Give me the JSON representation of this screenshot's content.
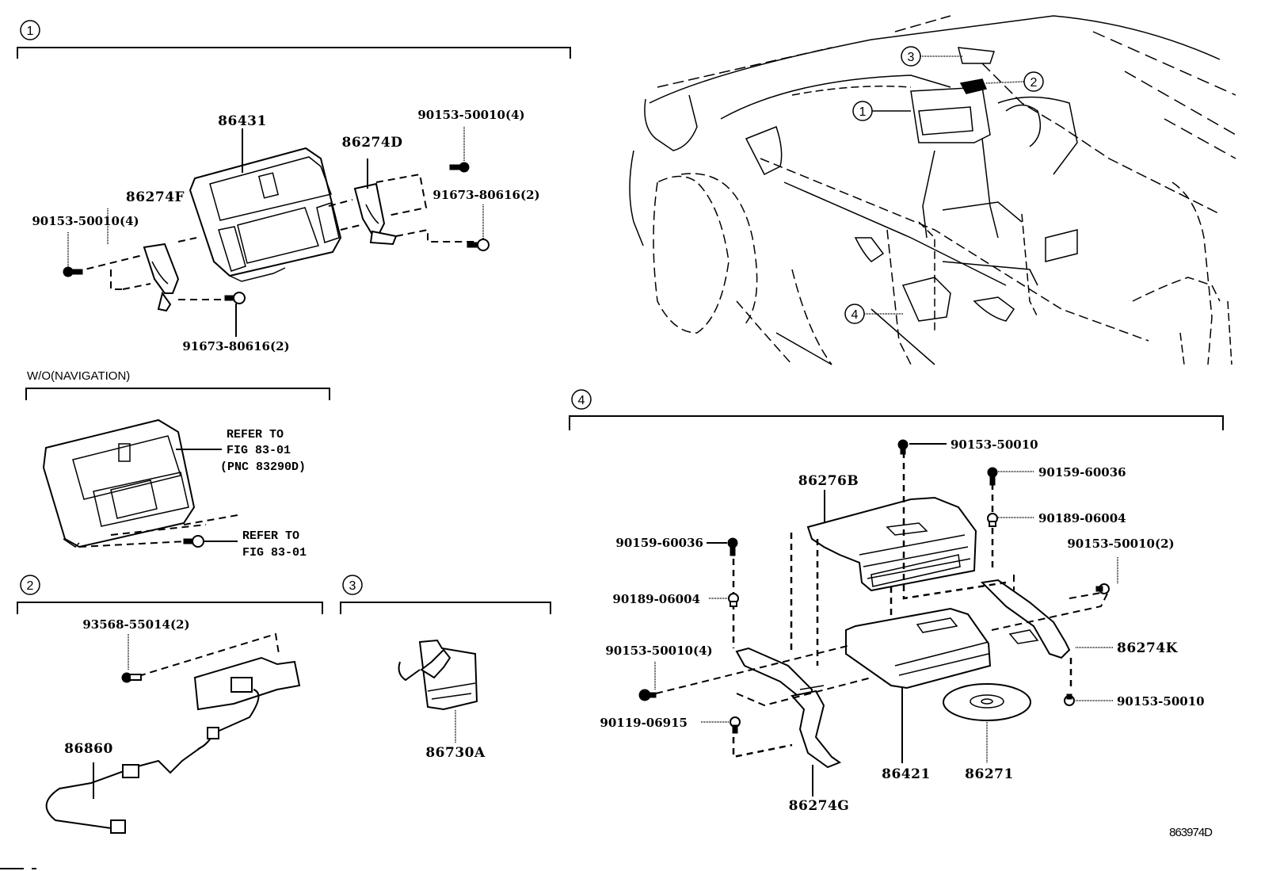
{
  "diagram": {
    "figure_code": "863974D",
    "sections": [
      {
        "id": "1",
        "callout": "1",
        "labels": {
          "display_unit": "86431",
          "bracket_right": "86274D",
          "bracket_left": "86274F",
          "screw_top_right": "90153-50010(4)",
          "screw_left": "90153-50010(4)",
          "bolt_right": "91673-80616(2)",
          "bolt_bottom": "91673-80616(2)"
        }
      },
      {
        "id": "wo-nav",
        "header": "W/O(NAVIGATION)",
        "notes": {
          "refer_unit_line1": "REFER TO",
          "refer_unit_line2": "FIG 83-01",
          "refer_unit_line3": "(PNC  83290D)",
          "refer_bolt_line1": "REFER TO",
          "refer_bolt_line2": "FIG 83-01"
        }
      },
      {
        "id": "2",
        "callout": "2",
        "labels": {
          "screw": "93568-55014(2)",
          "antenna": "86860"
        }
      },
      {
        "id": "3",
        "callout": "3",
        "labels": {
          "part": "86730A"
        }
      },
      {
        "id": "4",
        "callout": "4",
        "labels": {
          "cover": "86276B",
          "screw_top": "90153-50010",
          "bolt_right_top": "90159-60036",
          "nut_right": "90189-06004",
          "screw_right_2": "90153-50010(2)",
          "bracket_right": "86274K",
          "screw_bottom_right": "90153-50010",
          "bolt_left_top": "90159-60036",
          "nut_left": "90189-06004",
          "screw_left_4": "90153-50010(4)",
          "bolt_left_bottom": "90119-06915",
          "bracket_left": "86274G",
          "player_unit": "86421",
          "disc": "86271"
        }
      }
    ],
    "vehicle_view": {
      "callouts": [
        "1",
        "2",
        "3",
        "4"
      ]
    }
  }
}
